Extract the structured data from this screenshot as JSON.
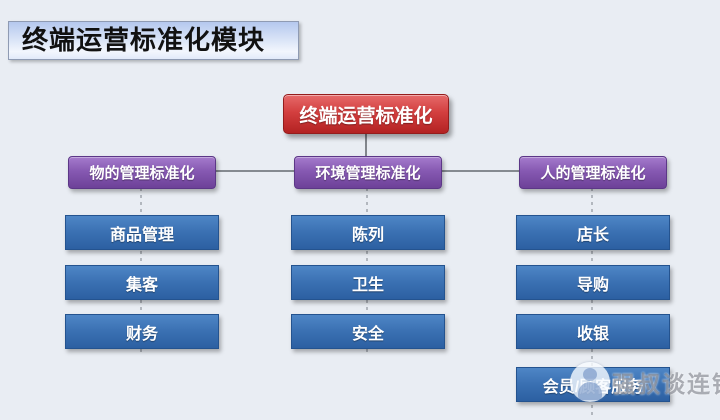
{
  "page_title": "终端运营标准化模块",
  "diagram": {
    "root": {
      "label": "终端运营标准化"
    },
    "branches": [
      {
        "label": "物的管理标准化",
        "children": [
          {
            "label": "商品管理"
          },
          {
            "label": "集客"
          },
          {
            "label": "财务"
          }
        ]
      },
      {
        "label": "环境管理标准化",
        "children": [
          {
            "label": "陈列"
          },
          {
            "label": "卫生"
          },
          {
            "label": "安全"
          }
        ]
      },
      {
        "label": "人的管理标准化",
        "children": [
          {
            "label": "店长"
          },
          {
            "label": "导购"
          },
          {
            "label": "收银"
          },
          {
            "label": "会员/顾客服务"
          }
        ]
      }
    ]
  },
  "watermark": {
    "text": "强叔谈连锁",
    "logo": "person-mascot-icon"
  },
  "colors": {
    "background": "#e9edf3",
    "title_box_gradient_top": "#b5c8ee",
    "root_node_red": "#b32222",
    "branch_node_purple": "#6d4198",
    "child_node_blue": "#2c60a2",
    "connector_solid": "#4a4f55",
    "connector_dashed": "#9aa0a8"
  }
}
